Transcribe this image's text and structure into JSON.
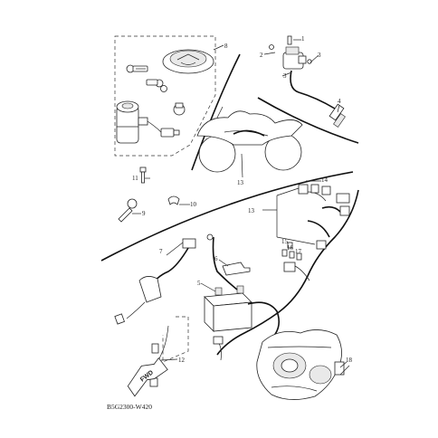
{
  "diagram": {
    "drawing_code": "B5G2300-W420",
    "fwd_label": "FWD",
    "callouts": [
      {
        "id": "c1",
        "text": "1"
      },
      {
        "id": "c2",
        "text": "2"
      },
      {
        "id": "c3",
        "text": "3"
      },
      {
        "id": "c3b",
        "text": "3"
      },
      {
        "id": "c4",
        "text": "4"
      },
      {
        "id": "c5",
        "text": "5"
      },
      {
        "id": "c6",
        "text": "6"
      },
      {
        "id": "c7",
        "text": "7"
      },
      {
        "id": "c8",
        "text": "8"
      },
      {
        "id": "c9",
        "text": "9"
      },
      {
        "id": "c10",
        "text": "10"
      },
      {
        "id": "c11",
        "text": "11"
      },
      {
        "id": "c12",
        "text": "12"
      },
      {
        "id": "c13a",
        "text": "13"
      },
      {
        "id": "c13b",
        "text": "13"
      },
      {
        "id": "c14",
        "text": "14"
      },
      {
        "id": "c15",
        "text": "15"
      },
      {
        "id": "c16",
        "text": "16"
      },
      {
        "id": "c17",
        "text": "17"
      },
      {
        "id": "c18",
        "text": "18"
      }
    ]
  }
}
